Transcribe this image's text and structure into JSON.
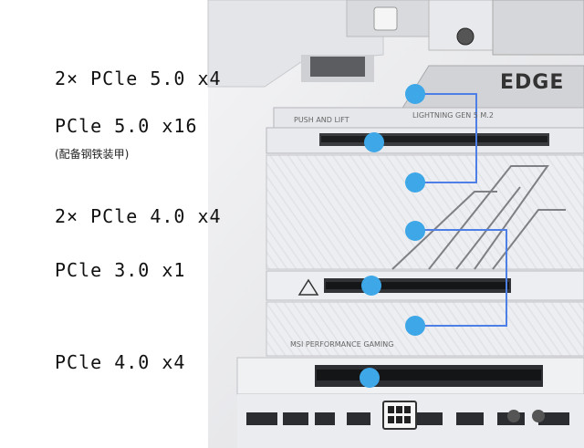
{
  "labels": [
    {
      "text": "2× PCle 5.0 x4"
    },
    {
      "text": "PCle 5.0 x16",
      "note": "(配备钢铁装甲)"
    },
    {
      "text": "2× PCle 4.0 x4"
    },
    {
      "text": "PCle 3.0 x1"
    },
    {
      "text": "PCle 4.0 x4"
    }
  ],
  "board": {
    "brand": "EDGE",
    "push_and_lift": "PUSH AND LIFT",
    "lightning_gen": "LIGHTNING GEN 5 M.2",
    "performance": "MSI PERFORMANCE GAMING"
  },
  "colors": {
    "marker": "#3ea7e8",
    "line_red": "#e0443a",
    "line_purple": "#a66ad8",
    "line_blue": "#4e7fe6"
  }
}
